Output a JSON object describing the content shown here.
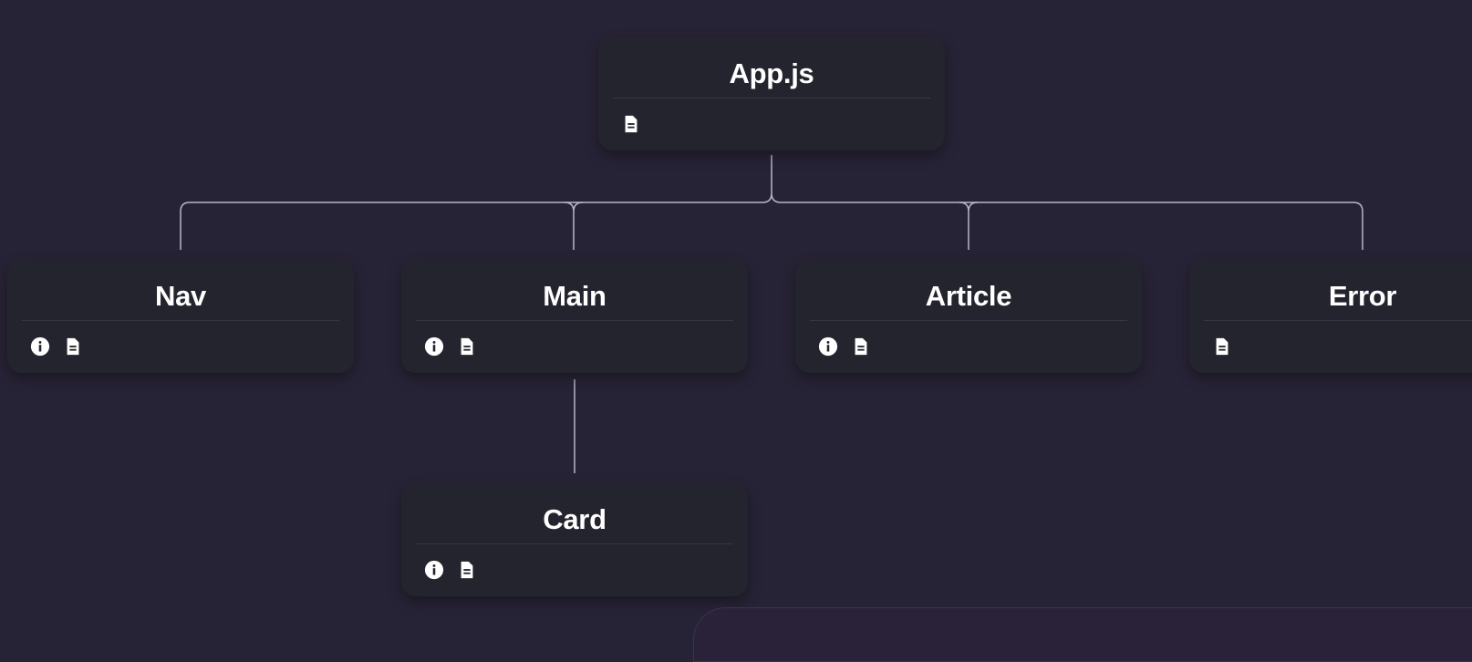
{
  "diagram": {
    "root": {
      "label": "App.js",
      "icons": [
        "file-text-icon"
      ]
    },
    "children": [
      {
        "label": "Nav",
        "icons": [
          "info-icon",
          "file-text-icon"
        ]
      },
      {
        "label": "Main",
        "icons": [
          "info-icon",
          "file-text-icon"
        ]
      },
      {
        "label": "Article",
        "icons": [
          "info-icon",
          "file-text-icon"
        ]
      },
      {
        "label": "Error",
        "icons": [
          "file-text-icon"
        ]
      }
    ],
    "grandchildren": [
      {
        "label": "Card",
        "parent": "Main",
        "icons": [
          "info-icon",
          "file-text-icon"
        ]
      }
    ],
    "colors": {
      "background": "#272336",
      "node": "#24242e",
      "connector": "#b8b6c8",
      "text": "#ffffff"
    }
  }
}
